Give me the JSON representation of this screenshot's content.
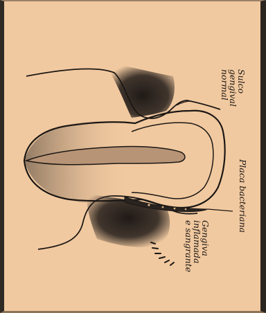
{
  "labels": {
    "sulco": "Sulco\ngengival\nnormal",
    "placa": "Placa bacteriana",
    "gengiva": "Gengiva\ninflamada\ne sangrante"
  },
  "colors": {
    "paper": "#f1c9a0",
    "ink": "#1b1714",
    "shade": "#2a2420"
  }
}
